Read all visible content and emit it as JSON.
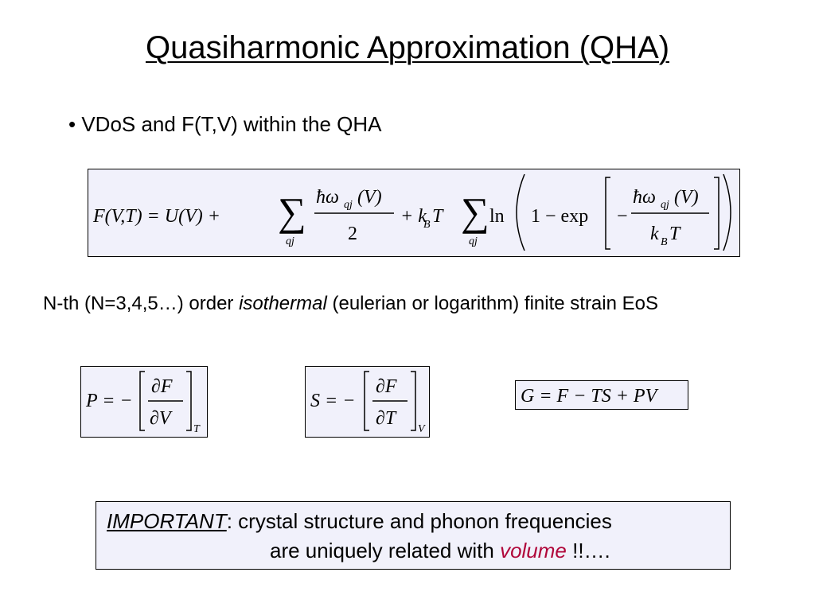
{
  "slide": {
    "title": "Quasiharmonic Approximation (QHA)",
    "bullet": "• VDoS and F(T,V) within the QHA",
    "eos": {
      "prefix": "N-th (N=3,4,5…) order ",
      "emphasis": "isothermal",
      "suffix": " (eulerian or logarithm) finite strain EoS"
    },
    "equations": {
      "free_energy": {
        "lhs": "F(V,T) = U(V) +",
        "sum_symbol": "∑",
        "sum_index": "qj",
        "frac1_num": "ħω",
        "frac1_num_sub": "qj",
        "frac1_num_tail": "(V)",
        "frac1_den": "2",
        "mid": "+ k",
        "kb_sub": "B",
        "mid_tail": "T",
        "log": "ln",
        "one_minus_exp": "1 − exp",
        "minus": "−",
        "frac2_num": "ħω",
        "frac2_num_sub": "qj",
        "frac2_num_tail": "(V)",
        "frac2_den": "k",
        "frac2_den_sub": "B",
        "frac2_den_tail": "T"
      },
      "pressure": {
        "lhs": "P = −",
        "num": "∂F",
        "den": "∂V",
        "sub": "T"
      },
      "entropy": {
        "lhs": "S = −",
        "num": "∂F",
        "den": "∂T",
        "sub": "V"
      },
      "gibbs": "G = F − TS + PV"
    },
    "important": {
      "label": "IMPORTANT",
      "colon": ":",
      "line1": " crystal  structure and phonon frequencies",
      "line2_prefix": "are uniquely related with ",
      "volume": "volume",
      "line2_suffix": " !!…."
    }
  }
}
